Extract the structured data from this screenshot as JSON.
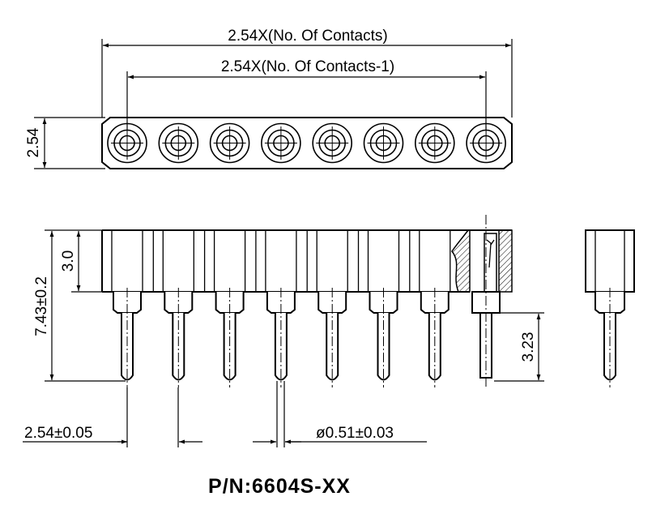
{
  "dimensions": {
    "overall_length": "2.54X(No. Of Contacts)",
    "pitch_span": "2.54X(No. Of Contacts-1)",
    "row_width": "2.54",
    "body_height": "3.0",
    "total_height": "7.43±0.2",
    "tail_length": "3.23",
    "pitch": "2.54±0.05",
    "pin_diameter": "ø0.51±0.03"
  },
  "part_number": "P/N:6604S-XX",
  "contact_count_drawn": 8,
  "colors": {
    "line": "#000000",
    "background": "#ffffff"
  }
}
